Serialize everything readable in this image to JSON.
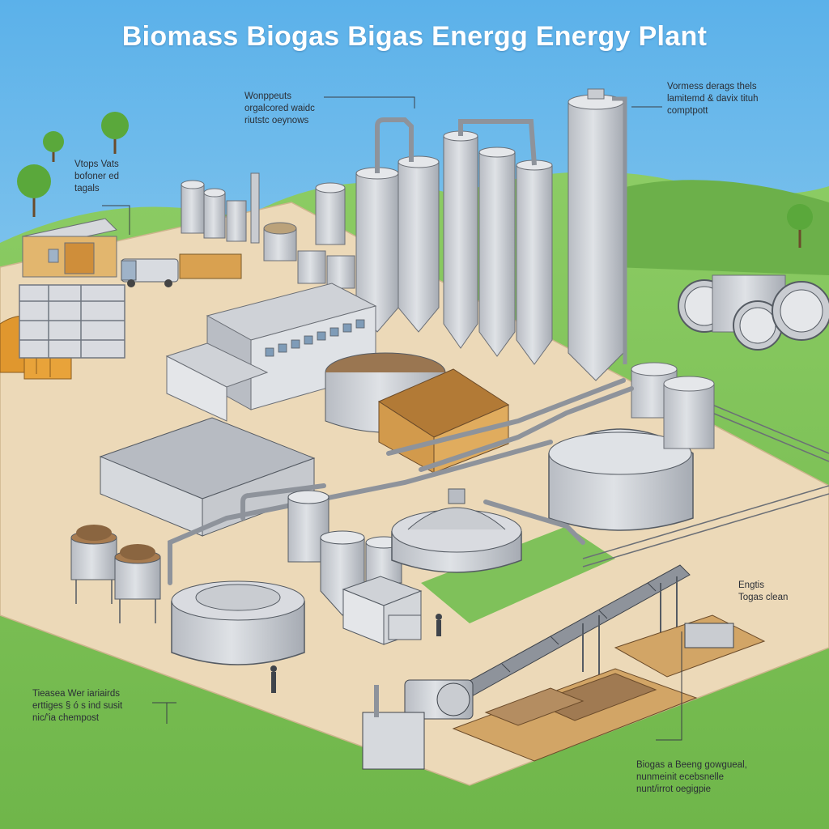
{
  "title": "Biomass Biogas Bigas Energg Energy Plant",
  "callouts": {
    "top_left": "Wonppeuts\norgalcored waidc\nriutstc oeynows",
    "top_right": "Vormess derags thels\nlamitemd & davix tituh\ncomptpott",
    "left": "Vtops Vats\nbofoner ed\ntagals",
    "mid_right": "Engtis\nTogas clean",
    "bottom_left": "Tieasea Wer iariairds\nerttiges § ó s ind susit\nnic/'ia chempost",
    "bottom_right": "Biogas a Beeng gowgueal,\nnunmeinit ecebsnelle\nnunt/irrot oegigpie"
  },
  "colors": {
    "sky_top": "#5bb1ea",
    "sky_bottom": "#bfe3f2",
    "grass": "#7fc15a",
    "ground": "#ecd9b8",
    "metal": "#c9ccd1",
    "metal_dark": "#8e939b",
    "wood": "#d29a4c"
  }
}
